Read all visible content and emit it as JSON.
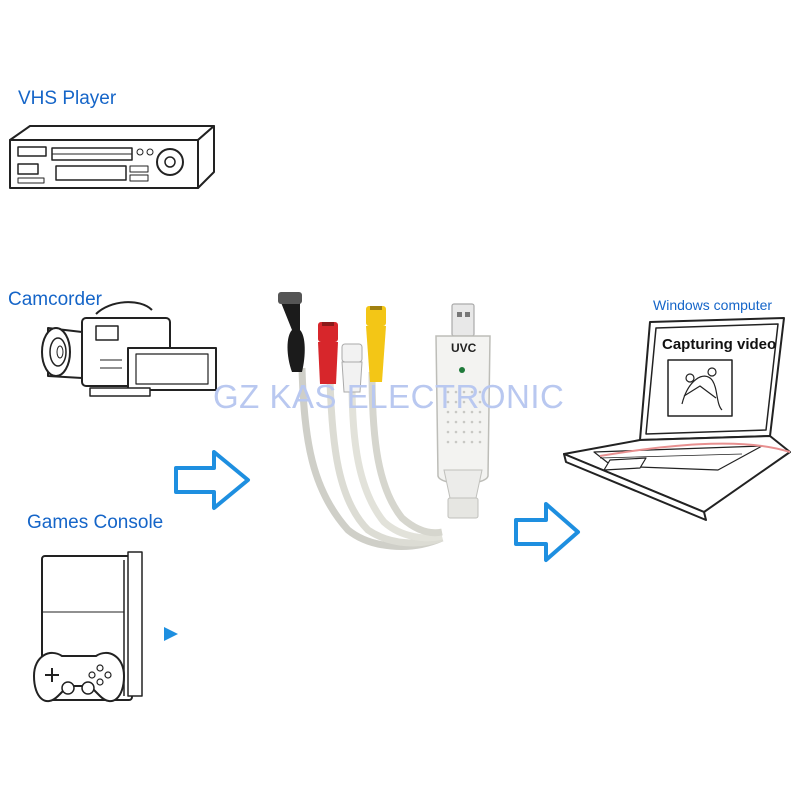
{
  "labels": {
    "vhs_player": "VHS Player",
    "camcorder": "Camcorder",
    "games_console": "Games Console",
    "windows_computer": "Windows computer",
    "capturing_video": "Capturing video",
    "device_badge": "UVC"
  },
  "watermark": "GZ KAS ELECTRONIC",
  "colors": {
    "label_text": "#1565c8",
    "arrow_stroke": "#1e8fe0",
    "watermark": "#b9c8f0",
    "rca_red": "#d7262b",
    "rca_yellow": "#f3c616",
    "svideo_black": "#1b1b1b",
    "rca_white": "#f2f2f2"
  },
  "icons": {
    "source_devices": [
      "vhs-player-icon",
      "camcorder-icon",
      "games-console-icon"
    ],
    "capture_device": "usb-capture-dongle-icon",
    "target": "laptop-icon"
  }
}
